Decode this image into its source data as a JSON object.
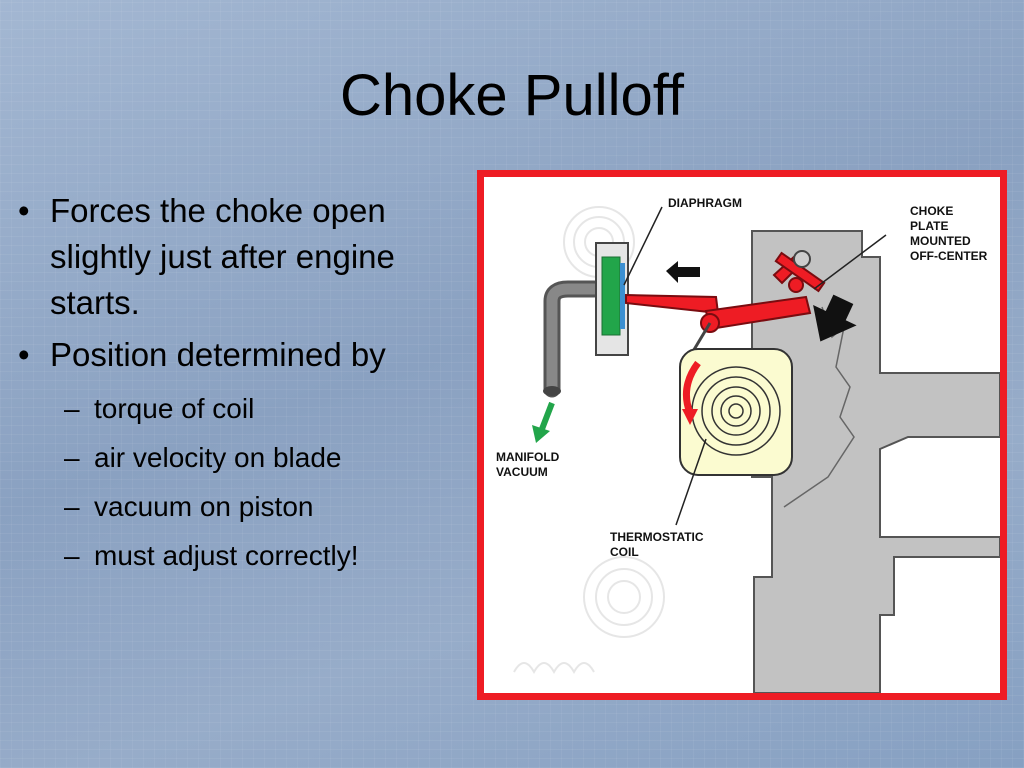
{
  "slide": {
    "title": "Choke Pulloff",
    "bullets": [
      {
        "text": "Forces the choke open slightly just after engine starts.",
        "sub": []
      },
      {
        "text": "Position determined by",
        "sub": [
          "torque of coil",
          "air velocity on blade",
          "vacuum on piston",
          "must adjust correctly!"
        ]
      }
    ]
  },
  "diagram": {
    "labels": {
      "diaphragm": "DIAPHRAGM",
      "choke_line1": "CHOKE",
      "choke_line2": "PLATE",
      "choke_line3": "MOUNTED",
      "choke_line4": "OFF-CENTER",
      "manifold_line1": "MANIFOLD",
      "manifold_line2": "VACUUM",
      "thermo_line1": "THERMOSTATIC",
      "thermo_line2": "COIL"
    },
    "colors": {
      "frame": "#ee1c24",
      "linkage": "#ee1c24",
      "housing": "#c2c2c2",
      "coil_body": "#fbfbd0",
      "diaphragm": "#22a54a",
      "arrow_green": "#22a54a"
    }
  }
}
